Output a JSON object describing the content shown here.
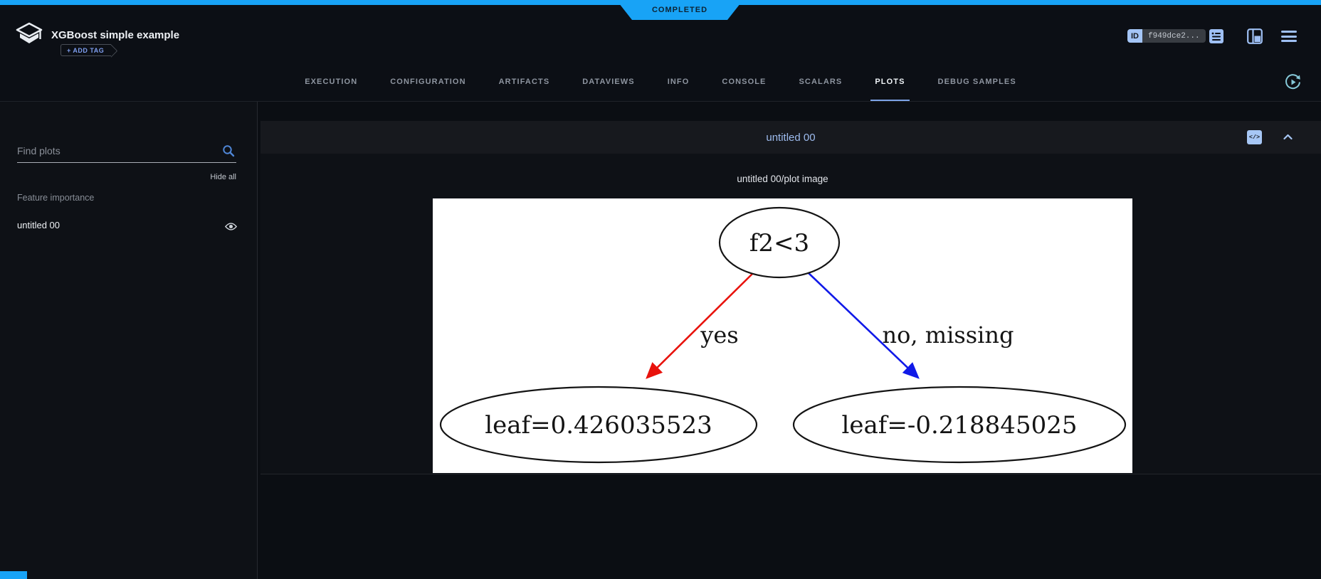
{
  "status_banner": {
    "label": "COMPLETED",
    "color": "#18a3f6"
  },
  "header": {
    "title": "XGBoost simple example",
    "add_tag_label": "+ ADD TAG",
    "id_label": "ID",
    "id_value": "f949dce2...",
    "icons": [
      "details-icon",
      "layout-icon",
      "menu-icon"
    ]
  },
  "tabs": {
    "active": "PLOTS",
    "items": [
      {
        "label": "EXECUTION"
      },
      {
        "label": "CONFIGURATION"
      },
      {
        "label": "ARTIFACTS"
      },
      {
        "label": "DATAVIEWS"
      },
      {
        "label": "INFO"
      },
      {
        "label": "CONSOLE"
      },
      {
        "label": "SCALARS"
      },
      {
        "label": "PLOTS"
      },
      {
        "label": "DEBUG SAMPLES"
      }
    ]
  },
  "sidebar": {
    "search_placeholder": "Find plots",
    "hide_all_label": "Hide all",
    "group_label": "Feature importance",
    "items": [
      {
        "label": "untitled 00",
        "visible": true
      }
    ]
  },
  "panel": {
    "title": "untitled 00",
    "embed_icon_glyph": "</>",
    "plot_title": "untitled 00/plot image",
    "tree": {
      "root_label": "f2<3",
      "yes_edge_label": "yes",
      "no_edge_label": "no, missing",
      "left_leaf_label": "leaf=0.426035523",
      "right_leaf_label": "leaf=-0.218845025",
      "yes_edge_color": "#e8120c",
      "no_edge_color": "#1019e8"
    }
  }
}
